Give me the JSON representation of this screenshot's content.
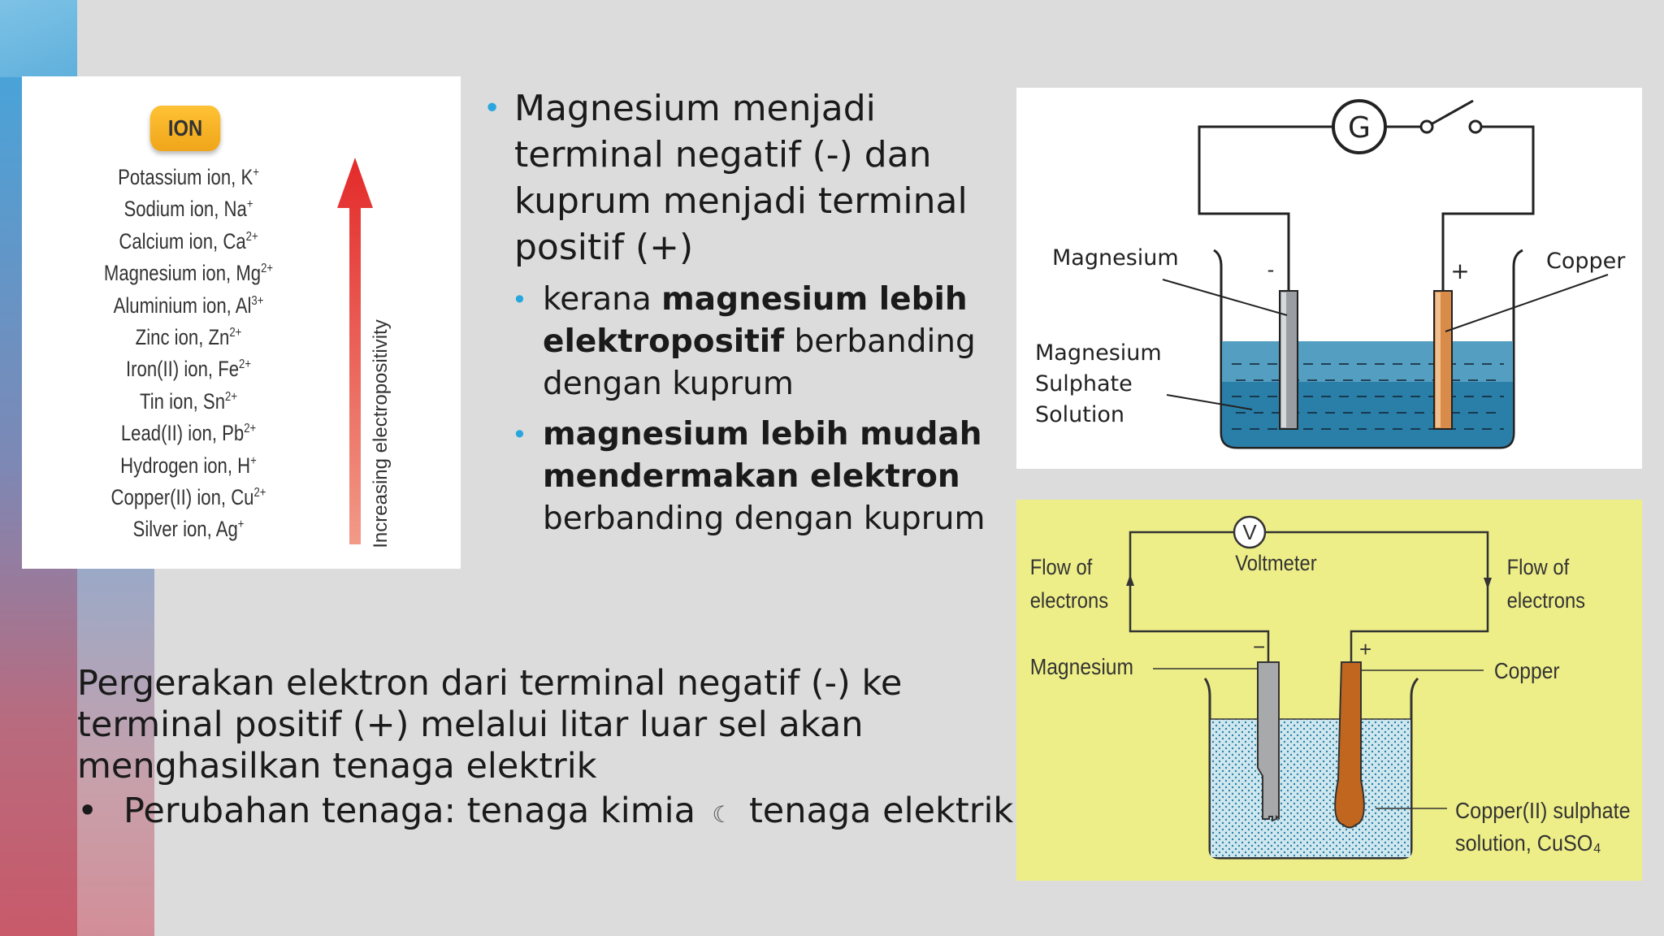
{
  "ion_table": {
    "header": "ION",
    "ions": [
      {
        "name": "Potassium ion, K",
        "charge": "+"
      },
      {
        "name": "Sodium ion, Na",
        "charge": "+"
      },
      {
        "name": "Calcium ion, Ca",
        "charge": "2+"
      },
      {
        "name": "Magnesium ion, Mg",
        "charge": "2+"
      },
      {
        "name": "Aluminium ion, Al",
        "charge": "3+"
      },
      {
        "name": "Zinc ion, Zn",
        "charge": "2+"
      },
      {
        "name": "Iron(II) ion, Fe",
        "charge": "2+"
      },
      {
        "name": "Tin ion, Sn",
        "charge": "2+"
      },
      {
        "name": "Lead(II) ion, Pb",
        "charge": "2+"
      },
      {
        "name": "Hydrogen ion, H",
        "charge": "+"
      },
      {
        "name": "Copper(II) ion, Cu",
        "charge": "2+"
      },
      {
        "name": "Silver ion, Ag",
        "charge": "+"
      }
    ],
    "arrow_label": "Increasing electropositivity"
  },
  "bullets": {
    "main": "Magnesium menjadi terminal negatif (-) dan kuprum menjadi terminal positif (+)",
    "sub1_pre": "kerana ",
    "sub1_bold": "magnesium lebih elektropositif",
    "sub1_post": " berbanding dengan kuprum",
    "sub2_bold": "magnesium lebih mudah mendermakan elektron",
    "sub2_post": "berbanding dengan kuprum"
  },
  "bottom": {
    "paragraph": "Pergerakan elektron dari terminal negatif (-) ke terminal positif (+) melalui litar luar sel akan menghasilkan tenaga elektrik",
    "bullet_dot": "•",
    "bullet_pre": "Perubahan tenaga: tenaga kimia",
    "bullet_arrow": "☾",
    "bullet_post": "tenaga elektrik"
  },
  "diagram1": {
    "galvanometer": "G",
    "left_electrode": "Magnesium",
    "right_electrode": "Copper",
    "negative_sign": "-",
    "positive_sign": "+",
    "solution_line1": "Magnesium",
    "solution_line2": "Sulphate",
    "solution_line3": "Solution"
  },
  "diagram2": {
    "meter_symbol": "V",
    "meter_label": "Voltmeter",
    "flow_left_1": "Flow of",
    "flow_left_2": "electrons",
    "flow_right_1": "Flow of",
    "flow_right_2": "electrons",
    "left_electrode": "Magnesium",
    "right_electrode": "Copper",
    "negative_sign": "−",
    "positive_sign": "+",
    "solution_line1": "Copper(II) sulphate",
    "solution_line2": "solution, CuSO₄"
  },
  "colors": {
    "bullet_accent": "#2aa6de",
    "ion_header": "#f7b42a",
    "arrow_top": "#e32a2a",
    "arrow_bottom": "#f29a88",
    "copper": "#d98c4a",
    "solution": "#1e6e95",
    "diagram2_bg": "#eeee88"
  }
}
